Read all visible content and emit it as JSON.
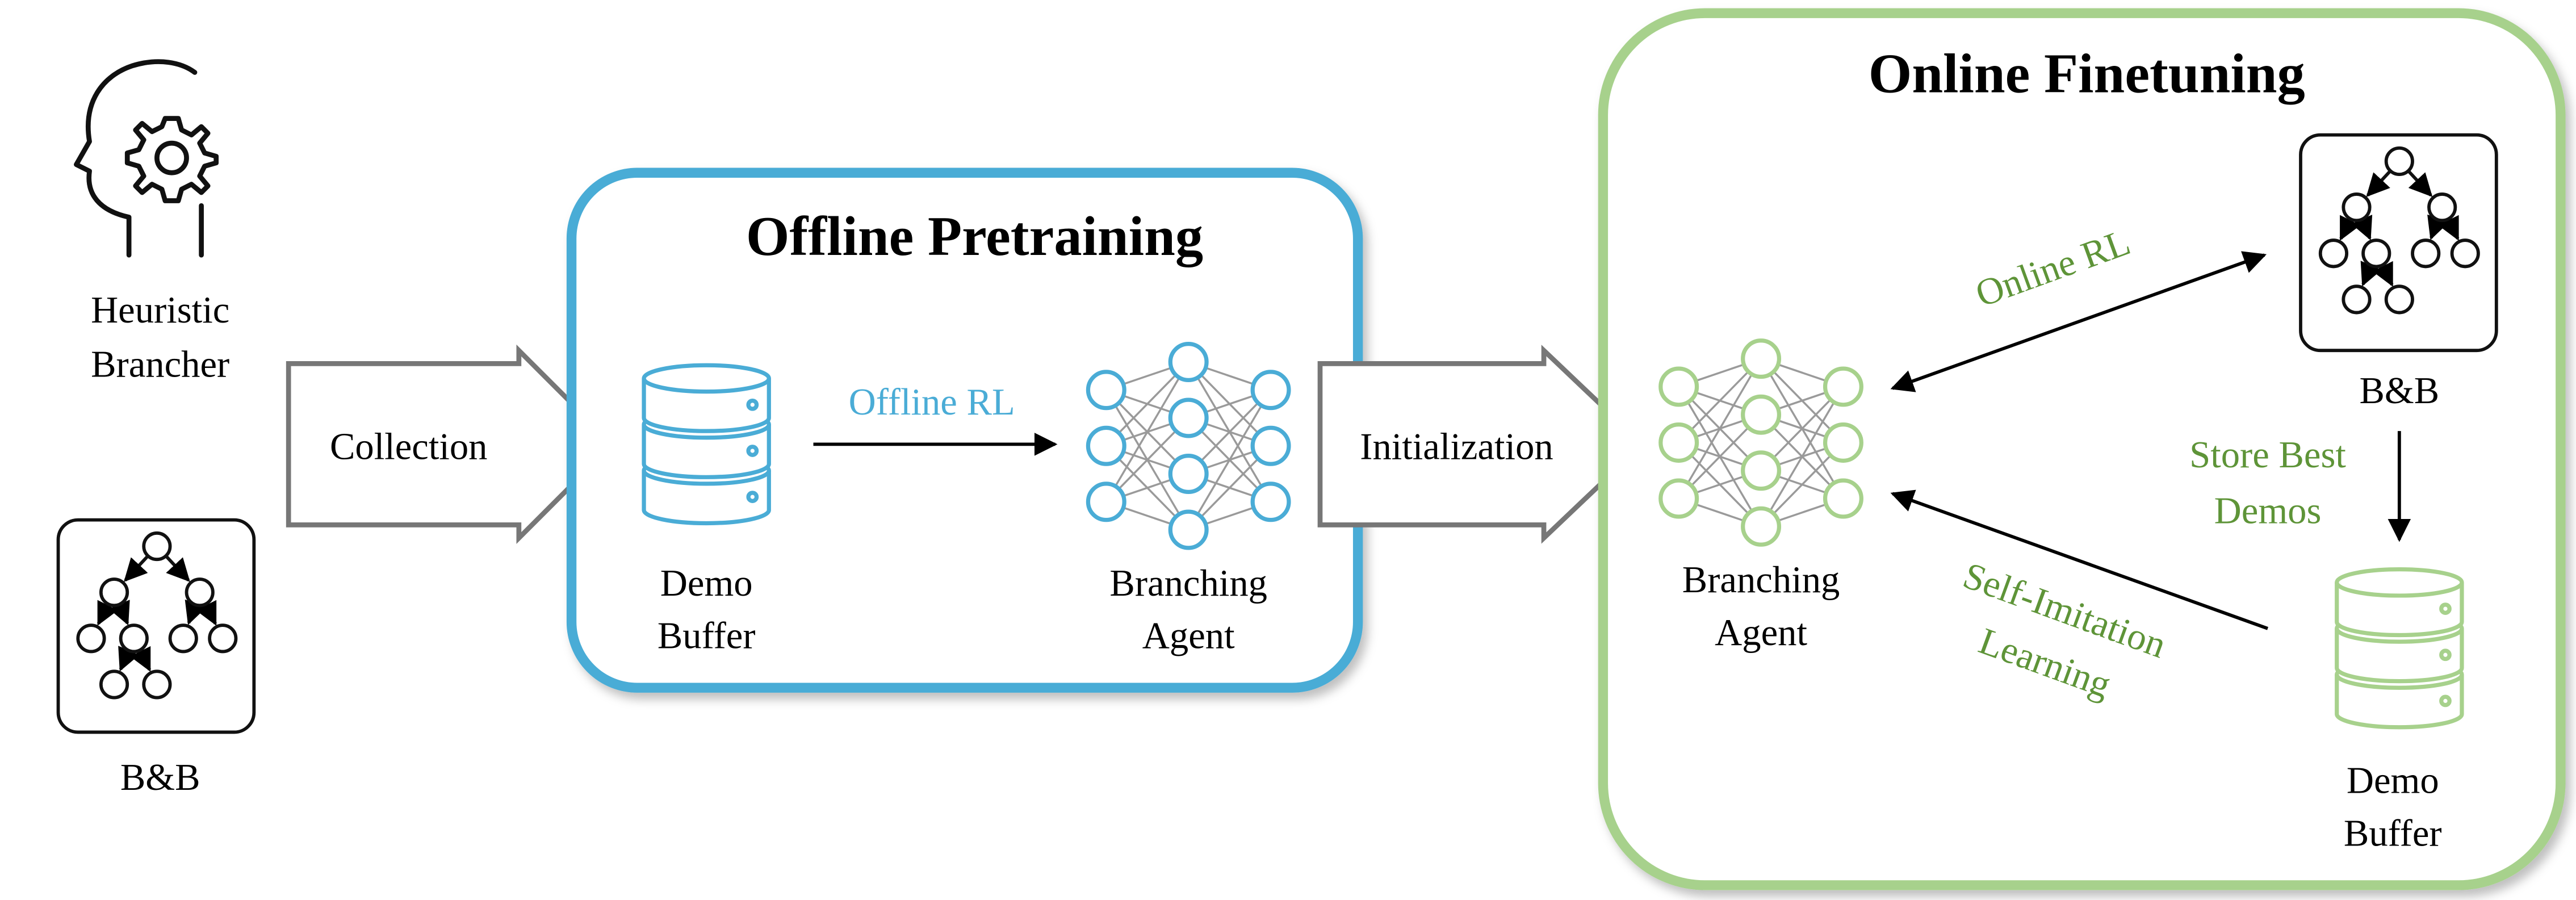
{
  "left": {
    "heuristic_label": [
      "Heuristic",
      "Brancher"
    ],
    "bnb_label": "B&B",
    "collection_label": "Collection"
  },
  "offline": {
    "title": "Offline Pretraining",
    "rl_label": "Offline RL",
    "buffer_label": [
      "Demo",
      "Buffer"
    ],
    "agent_label": [
      "Branching",
      "Agent"
    ],
    "accent_color": "#4aacd6"
  },
  "initialization_label": "Initialization",
  "online": {
    "title": "Online Finetuning",
    "rl_label": "Online RL",
    "bnb_label": "B&B",
    "store_label": [
      "Store Best",
      "Demos"
    ],
    "self_imitation_label": [
      "Self-Imitation",
      "Learning"
    ],
    "agent_label": [
      "Branching",
      "Agent"
    ],
    "buffer_label": [
      "Demo",
      "Buffer"
    ],
    "accent_color": "#a7d18c",
    "text_color": "#5e9438"
  },
  "icons": {
    "heuristic": "head-gear-icon",
    "tree": "tree-icon",
    "database": "database-icon",
    "network": "neural-network-icon"
  }
}
